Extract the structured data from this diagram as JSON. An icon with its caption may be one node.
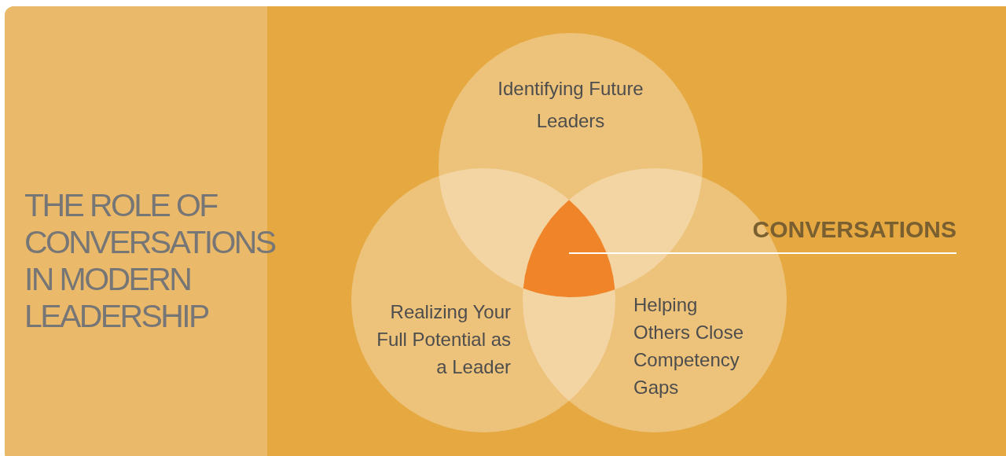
{
  "diagram": {
    "title": "THE ROLE OF CONVERSATIONS IN MODERN LEADERSHIP",
    "nodes": [
      {
        "text": [
          "Identifying Future Leaders"
        ]
      },
      {
        "text": [
          "Realizing Your Full Potential as a Leader"
        ]
      },
      {
        "text": [
          "Helping Others Close Competency Gaps"
        ]
      },
      {
        "text": [],
        "shape": "triangle"
      },
      {
        "text": [
          "CONVERSATIONS"
        ]
      }
    ],
    "edges": [
      {
        "from": 4,
        "to": 3,
        "arrow": "none"
      }
    ]
  }
}
